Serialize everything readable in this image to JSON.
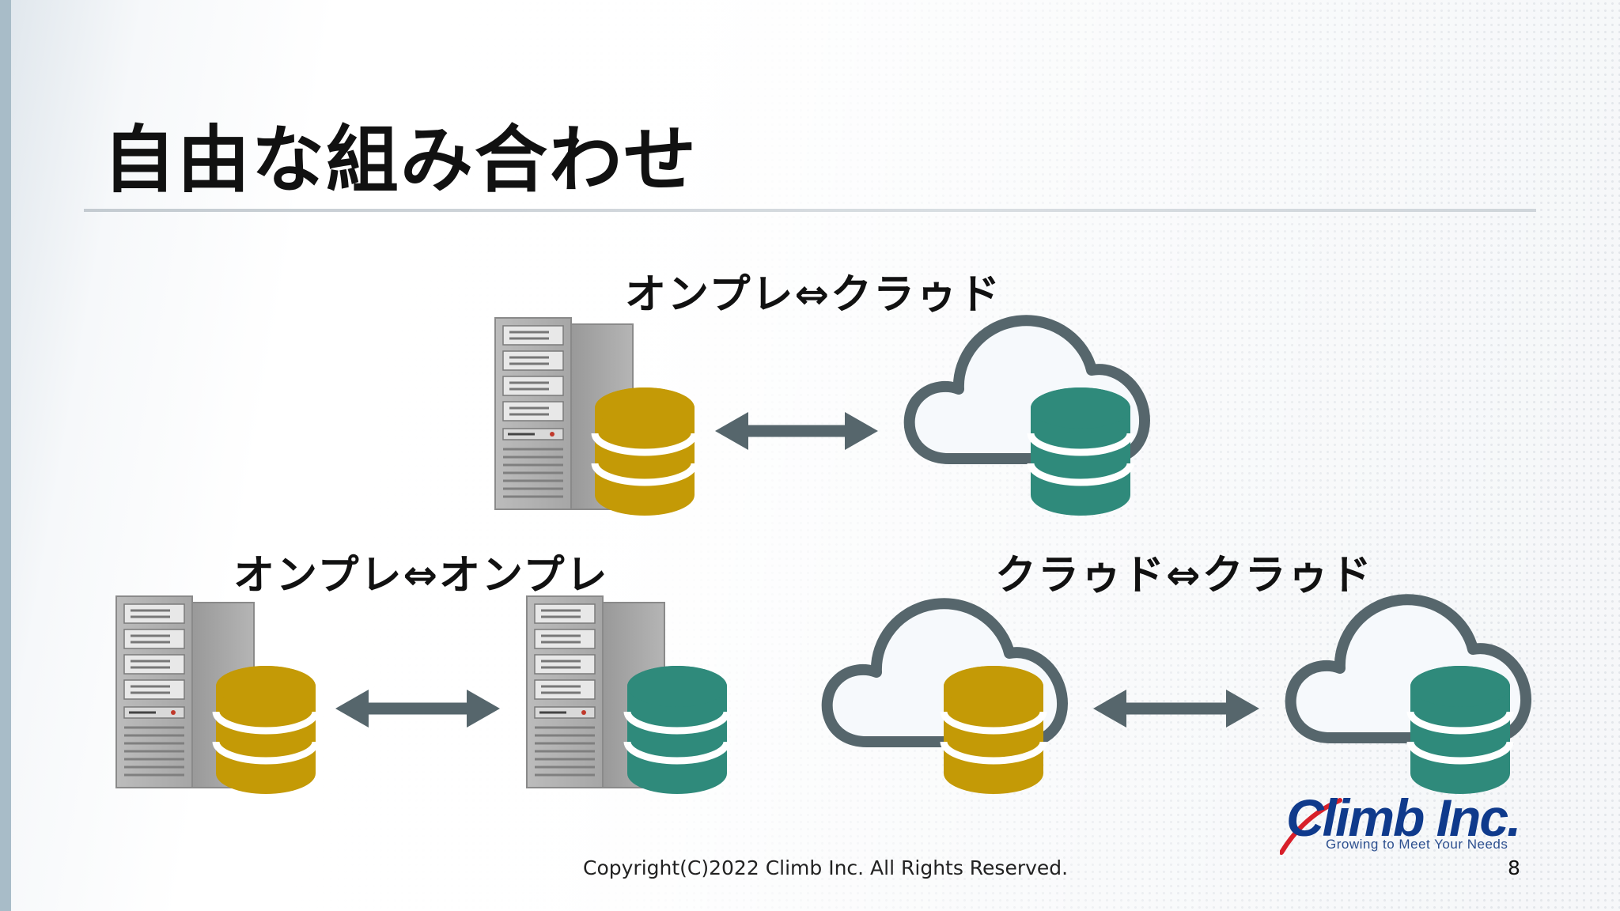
{
  "slide": {
    "title": "自由な組み合わせ",
    "page_number": "8"
  },
  "labels": {
    "onprem_cloud": "オンプレ⇔クラゥド",
    "onprem_onprem": "オンプレ⇔オンプレ",
    "cloud_cloud": "クラゥド⇔クラゥド"
  },
  "footer": {
    "copyright": "Copyright(C)2022 Climb Inc. All Rights Reserved."
  },
  "logo": {
    "name": "Climb Inc.",
    "tagline": "Growing to Meet Your Needs"
  },
  "colors": {
    "db_gold": "#c49a06",
    "db_teal": "#2f8a7b",
    "arrow": "#56666c",
    "cloud_stroke": "#56666c",
    "cloud_fill": "#f6f9fc",
    "server_body": "#a9a9a9",
    "logo_blue": "#0f3a8c",
    "logo_red": "#d8202a"
  },
  "icons": {
    "server": "server-tower-icon",
    "cloud": "cloud-icon",
    "database": "database-icon",
    "arrow": "double-arrow-icon"
  }
}
